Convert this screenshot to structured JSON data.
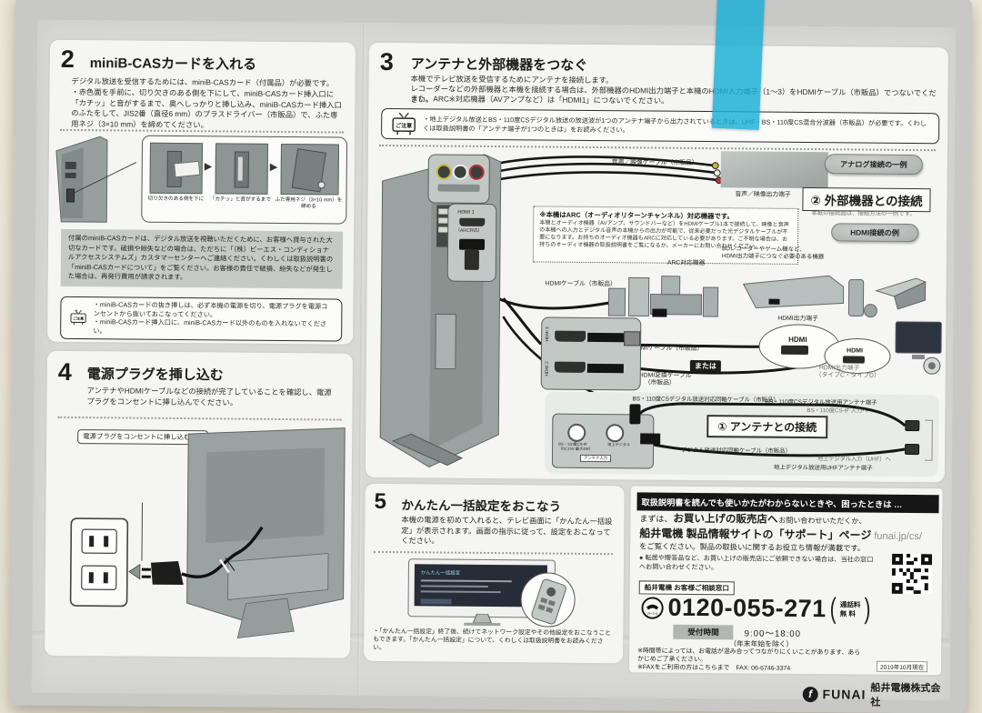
{
  "s2": {
    "num": "2",
    "title": "miniB-CASカードを入れる",
    "intro": "デジタル放送を受信するためには、miniB-CASカード（付属品）が必要です。",
    "bullet": "・赤色面を手前に、切り欠きのある側を下にして、miniB-CASカード挿入口に「カチッ」と音がするまで、奥へしっかりと挿し込み、miniB-CASカード挿入口のふたをして、JIS2番（直径6 mm）のプラスドライバー（市販品）で、ふた専用ネジ（3×10 mm）を締めてください。",
    "arrow": "▶",
    "steps": [
      "切り欠きのある側を下に",
      "「カチッ」と音がするまで",
      "ふた専用ネジ（3×10 mm）を締める"
    ],
    "card_note": "付属のminiB-CASカードは、デジタル放送を視聴いただくために、お客様へ貸与された大切なカードです。破損や紛失などの場合は、ただちに「（株）ビーエス・コンディショナルアクセスシステムズ」カスタマーセンターへご連絡ください。くわしくは取扱説明書の「miniB-CASカードについて」をご覧ください。お客様の責任で破損、紛失などが発生した場合は、再発行費用が請求されます。",
    "caution_label": "ご注意",
    "cautions": [
      "・miniB-CASカードの抜き挿しは、必ず本機の電源を切り、電源プラグを電源コンセントから抜いておこなってください。",
      "・miniB-CASカード挿入口に、miniB-CASカード以外のものを入れないでください。"
    ]
  },
  "s3": {
    "num": "3",
    "title": "アンテナと外部機器をつなぐ",
    "intro1": "本機でテレビ放送を受信するためにアンテナを接続します。",
    "intro2": "レコーダーなどの外部機器と本機を接続する場合は、外部機器のHDMI出力端子と本機のHDMI入力端子（1～3）をHDMIケーブル（市販品）でつないでください。",
    "intro3": "また、ARC※対応機器（AVアンプなど）は「HDMI1」につないでください。",
    "caution_label": "ご注意",
    "caution": "・地上デジタル放送とBS・110度CSデジタル放送の放送波が1つのアンテナ端子から出力されているときは、UHF・BS・110度CS混合分波器（市販品）が必要です。くわしくは取扱説明書の「アンテナ端子が1つのときは」をお読みください。",
    "labels": {
      "av_cable": "音声／映像ケーブル（市販品）",
      "av_out": "音声／映像出力端子",
      "analog_pill": "アナログ接続の一例",
      "ext_heading": "② 外部機器との接続",
      "ext_sub": "本紙の接続図は、接続方法の一例です。",
      "hdmi_pill": "HDMI接続の例",
      "arc_title": "※本機はARC（オーディオリターンチャンネル）対応機器です。",
      "arc_body": "本機とオーディオ機器（AVアンプ、サウンドバーなど）をHDMIケーブル1本で接続して、映像と音声の本機への入力とデジタル音声の本機からの出力が可能で、従来必要だった光デジタルケーブルが不要になります。お持ちのオーディオ機器もARCに対応している必要があります。ご不明な場合は、お持ちのオーディオ機器の取扱説明書をご覧になるか、メーカーにお問い合わせください。",
      "hdmi1_port": "HDMI 1",
      "hdmi1_arc": "（ARC対応）",
      "hdmi_cable1": "HDMIケーブル（市販品）",
      "arc_device": "ARC対応機器",
      "bd_note1": "BDレコーダーやゲーム機など、",
      "bd_note2": "HDMI出力端子につなぐ必要のある機器",
      "hdmi_out": "HDMI出力端子",
      "hdmi_chip": "HDMI",
      "hdmi_cable2": "HDMIケーブル（市販品）",
      "or_badge": "または",
      "conv_cable": "HDMI変換ケーブル",
      "conv_cable2": "（市販品）",
      "hdmi_out_cd": "HDMI出力端子",
      "hdmi_out_cd2": "（タイプC・タイプD）",
      "hdmi3_port": "HDMI 3",
      "hdmi2_port": "HDMI 2",
      "bs_cable": "BS・110度CSデジタル放送対応同軸ケーブル（市販品）",
      "ant_heading": "① アンテナとの接続",
      "dig_cable": "デジタル放送対応同軸ケーブル（市販品）",
      "bs_terminal": "BS・110度CSデジタル放送用アンテナ端子",
      "bs_input": "BS・110度CS-IF 入力へ",
      "terr_input": "地上デジタル入力（UHF）へ",
      "uhf_terminal": "地上デジタル放送用UHFアンテナ端子",
      "tv_port1": "BS・110度CS-IF",
      "tv_port1b": "（DC15V 最大4W）",
      "tv_port2": "地上デジタル",
      "tv_port3": "アンテナ入力"
    }
  },
  "s4": {
    "num": "4",
    "title": "電源プラグを挿し込む",
    "intro": "アンテナやHDMIケーブルなどの接続が完了していることを確認し、電源プラグをコンセントに挿し込んでください。",
    "callout": "電源プラグをコンセントに挿し込む"
  },
  "s5": {
    "num": "5",
    "title": "かんたん一括設定をおこなう",
    "intro": "本機の電源を初めて入れると、テレビ画面に「かんたん一括設定」が表示されます。画面の指示に従って、設定をおこなってください。",
    "screen_title": "かんたん一括設定",
    "note": "・「かんたん一括設定」終了後、続けてネットワーク設定やその他設定をおこなうこともできます。「かんたん一括設定」について、くわしくは取扱説明書をお読みください。"
  },
  "support": {
    "header": "取扱説明書を読んでも使いかたがわからないときや、困ったときは …",
    "line1_a": "まずは、",
    "line1_b": "お買い上げの販売店へ",
    "line1_c": "お問い合わせいただくか、",
    "line2_a": "船井電機 製品情報サイトの「サポート」ページ",
    "line2_b": "funai.jp/cs/",
    "line3": "をご覧ください。製品の取扱いに関するお役立ち情報が満載です。",
    "bullet": "● 転居や贈答品など、お買い上げの販売店にご依頼できない場合は、当社の窓口へお問い合わせください。",
    "window_label": "船井電機 お客様ご相談窓口",
    "freecall": "フリーコール",
    "phone": "0120-055-271",
    "toll_a": "通話料",
    "toll_b": "無 料",
    "hours_label": "受付時間",
    "hours": "9:00～18:00",
    "hours_note": "（年末年始を除く）",
    "note1": "※時間帯によっては、お電話が混み合ってつながりにくいことがあります、あらかじめご了承ください。",
    "note2": "※FAXをご利用の方はこちらまで　FAX: 06-6746-3374",
    "date": "2019年10月現在"
  },
  "footer": {
    "brand": "FUNAI",
    "company": "船井電機株式会社"
  }
}
